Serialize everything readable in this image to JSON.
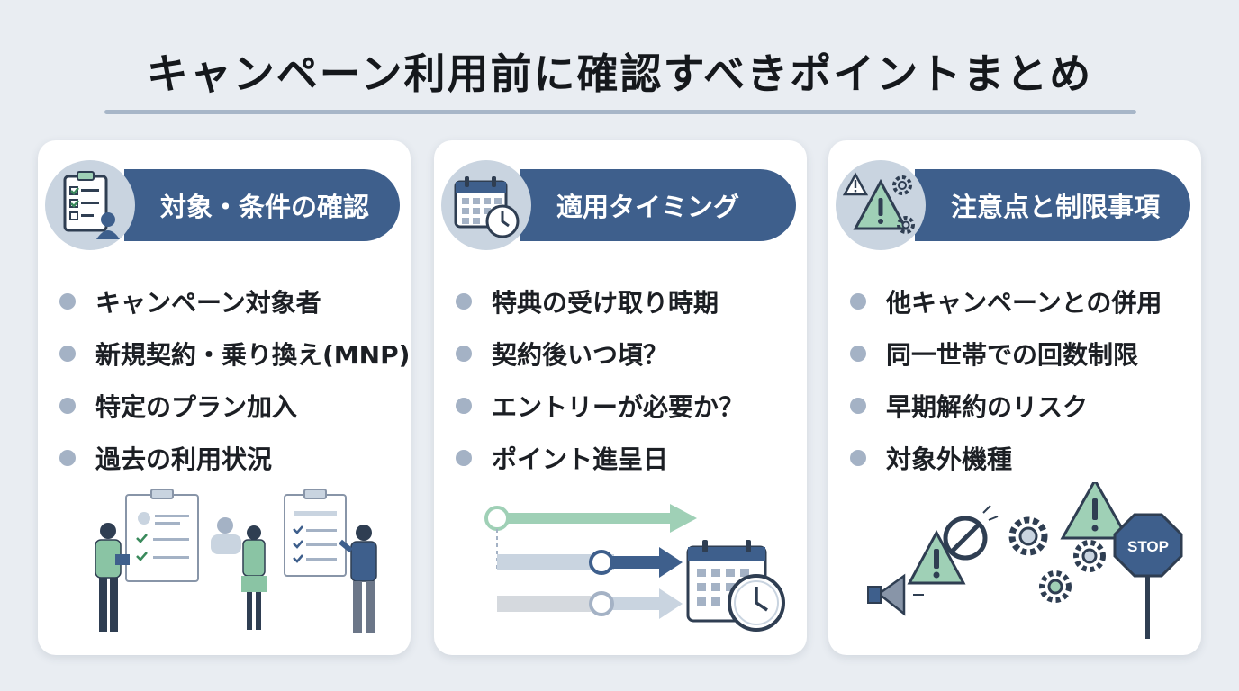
{
  "title": "キャンペーン利用前に確認すべきポイントまとめ",
  "colors": {
    "navy": "#3e5f8c",
    "green": "#9fd0b6",
    "gray": "#a4b2c5",
    "background": "#e9edf2"
  },
  "cards": [
    {
      "heading": "対象・条件の確認",
      "icon": "clipboard-checklist-icon",
      "items": [
        "キャンペーン対象者",
        "新規契約・乗り換え(MNP)",
        "特定のプラン加入",
        "過去の利用状況"
      ]
    },
    {
      "heading": "適用タイミング",
      "icon": "calendar-clock-icon",
      "items": [
        "特典の受け取り時期",
        "契約後いつ頃？",
        "エントリーが必要か？",
        "ポイント進呈日"
      ]
    },
    {
      "heading": "注意点と制限事項",
      "icon": "warning-gear-icon",
      "items": [
        "他キャンペーンとの併用",
        "同一世帯での回数制限",
        "早期解約のリスク",
        "対象外機種"
      ]
    }
  ],
  "stop_sign_text": "STOP"
}
